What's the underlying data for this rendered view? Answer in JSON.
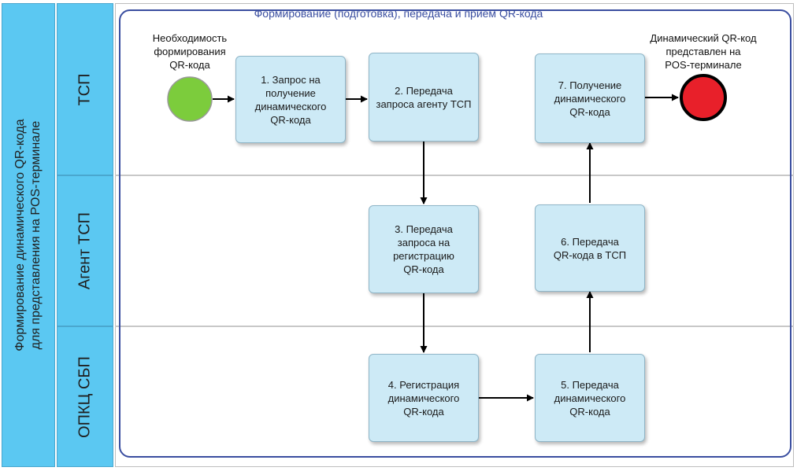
{
  "pool": {
    "label_line1": "Формирование динамического QR-кода",
    "label_line2": "для представления на POS-терминале"
  },
  "lanes": [
    {
      "label": "ТСП"
    },
    {
      "label": "Агент ТСП"
    },
    {
      "label": "ОПКЦ СБП"
    }
  ],
  "subprocess": {
    "title": "Формирование (подготовка), передача и прием QR-кода"
  },
  "start_event": {
    "label": "Необходимость\nформирования\nQR-кода"
  },
  "end_event": {
    "label": "Динамический QR-код\nпредставлен на\nPOS-терминале"
  },
  "tasks": [
    {
      "label": "1. Запрос на\nполучение\nдинамического\nQR-кода"
    },
    {
      "label": "2. Передача\nзапроса агенту ТСП"
    },
    {
      "label": "3. Передача\nзапроса на\nрегистрацию\nQR-кода"
    },
    {
      "label": "4. Регистрация\nдинамического\nQR-кода"
    },
    {
      "label": "5. Передача\nдинамического\nQR-кода"
    },
    {
      "label": "6. Передача\nQR-кода в ТСП"
    },
    {
      "label": "7. Получение\nдинамического\nQR-кода"
    }
  ],
  "colors": {
    "band": "#5bc8f2",
    "task_fill": "#cdeaf6",
    "subprocess_border": "#3a4ea0",
    "start_event": "#7ccc3c",
    "end_event": "#e8202a"
  }
}
